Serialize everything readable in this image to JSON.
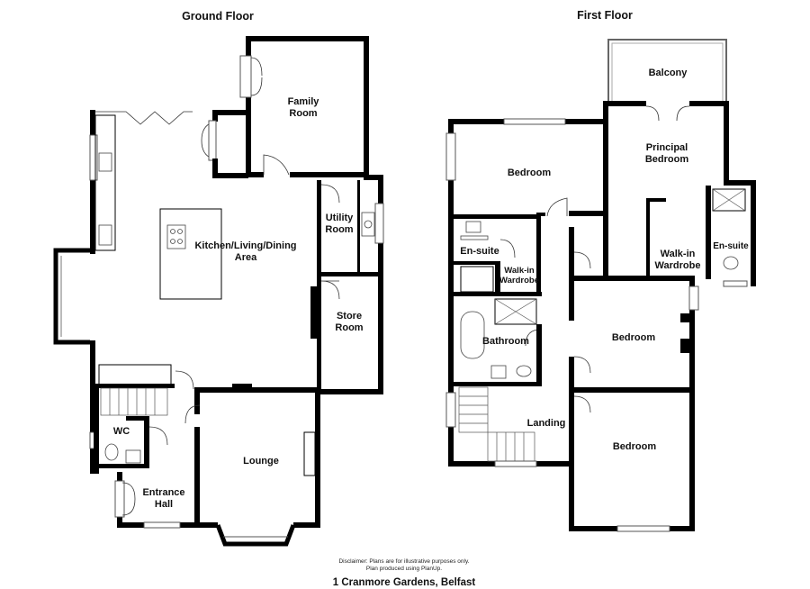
{
  "headings": {
    "ground_floor": "Ground Floor",
    "first_floor": "First Floor"
  },
  "rooms": {
    "family_room_1": "Family",
    "family_room_2": "Room",
    "kitchen_1": "Kitchen/Living/Dining",
    "kitchen_2": "Area",
    "utility_1": "Utility",
    "utility_2": "Room",
    "store_1": "Store",
    "store_2": "Room",
    "wc": "WC",
    "lounge": "Lounge",
    "entrance_1": "Entrance",
    "entrance_2": "Hall",
    "balcony": "Balcony",
    "principal_1": "Principal",
    "principal_2": "Bedroom",
    "bedroom_nw": "Bedroom",
    "ensuite_left": "En-suite",
    "walkin_left_1": "Walk-in",
    "walkin_left_2": "Wardrobe",
    "walkin_right_1": "Walk-in",
    "walkin_right_2": "Wardrobe",
    "ensuite_right": "En-suite",
    "bathroom": "Bathroom",
    "bedroom_mid": "Bedroom",
    "landing": "Landing",
    "bedroom_se": "Bedroom"
  },
  "footer": {
    "disclaimer_line1": "Disclaimer: Plans are for illustrative purposes only.",
    "disclaimer_line2": "Plan produced using PlanUp.",
    "address": "1 Cranmore Gardens, Belfast"
  }
}
